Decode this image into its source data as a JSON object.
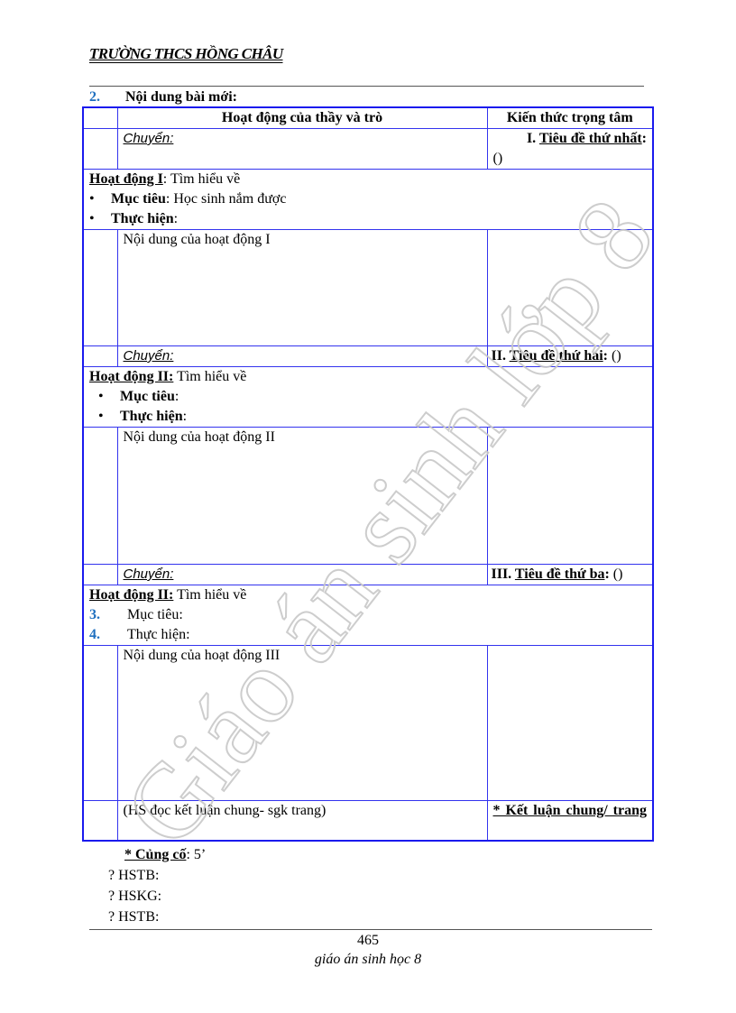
{
  "header": {
    "school": "TRƯỜNG THCS HỒNG CHÂU"
  },
  "section": {
    "number": "2.",
    "title": "Nội dung bài mới:"
  },
  "table": {
    "columns": [
      "",
      "Hoạt động của thầy và trò",
      "Kiến thức trọng tâm"
    ],
    "blocks": [
      {
        "transition": "Chuyển:",
        "topic_prefix": "I.",
        "topic_title": "Tiêu đề thứ nhất",
        "topic_suffix": ":",
        "topic_paren": "()",
        "activity_label": "Hoạt động I",
        "activity_colon": ":",
        "activity_text": " Tìm hiểu về",
        "goal_label": "Mục tiêu",
        "goal_text": ": Học sinh nắm được",
        "do_label": "Thực hiện",
        "do_text": ":",
        "content": "Nội dung của hoạt động I"
      },
      {
        "transition": "Chuyển:",
        "topic_prefix": "II.",
        "topic_title": "Tiêu đề thứ hai",
        "topic_suffix": ":",
        "topic_paren": " ()",
        "activity_label": "Hoạt động II:",
        "activity_text": " Tìm hiểu về",
        "goal_label": "Mục tiêu",
        "goal_text": ":",
        "do_label": "Thực hiện",
        "do_text": ":",
        "content": "Nội dung của hoạt động II"
      },
      {
        "transition": "Chuyển:",
        "topic_prefix": "III.",
        "topic_title": "Tiêu đề thứ ba",
        "topic_suffix": ":",
        "topic_paren": " ()",
        "activity_label": "Hoạt động II:",
        "activity_text": " Tìm hiểu về",
        "goal_num": "3.",
        "goal_text": "Mục tiêu:",
        "do_num": "4.",
        "do_text": "Thực hiện:",
        "content": "Nội dung của hoạt động III"
      }
    ],
    "conclusion": {
      "left": "(HS đọc kết luận  chung- sgk trang)",
      "right": "* Kết luận chung/ trang"
    }
  },
  "consolidation": {
    "label": "* Củng cố",
    "value": ": 5’",
    "questions": [
      "? HSTB:",
      "? HSKG:",
      "? HSTB:"
    ]
  },
  "footer": {
    "page_number": "465",
    "title": "giáo án sinh học 8"
  },
  "watermark": "Giáo án sinh lớp 8",
  "colors": {
    "table_border": "#1a1aee",
    "list_number": "#1f6fbf",
    "watermark": "#c8c8c8"
  }
}
